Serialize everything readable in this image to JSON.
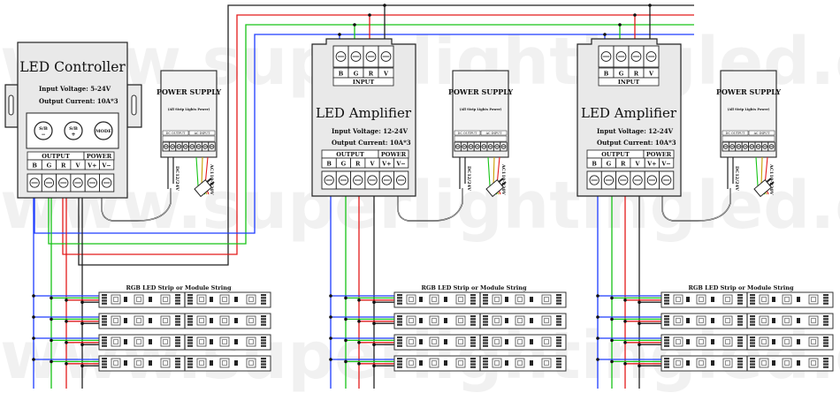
{
  "watermark": "www.superlightingled.com",
  "colors": {
    "blue": "#1e3cff",
    "green": "#17c417",
    "red": "#e31b1b",
    "black": "#222222",
    "gray": "#777777"
  },
  "controller": {
    "title": "LED Controller",
    "input_voltage": "Input Voltage: 5-24V",
    "output_current": "Output Current: 10A*3",
    "buttons": [
      "S/B\n−",
      "S/B\n+",
      "MODE"
    ],
    "output_label": "OUTPUT",
    "power_label": "POWER",
    "terminals": [
      "B",
      "G",
      "R",
      "V",
      "V+",
      "V−"
    ]
  },
  "amplifiers": [
    {
      "title": "LED Amplifier",
      "input_voltage": "Input Voltage: 12-24V",
      "output_current": "Output Current: 10A*3",
      "input_label": "INPUT",
      "input_terms": [
        "B",
        "G",
        "R",
        "V"
      ],
      "output_label": "OUTPUT",
      "power_label": "POWER",
      "terminals": [
        "B",
        "G",
        "R",
        "V",
        "V+",
        "V−"
      ]
    },
    {
      "title": "LED Amplifier",
      "input_voltage": "Input Voltage: 12-24V",
      "output_current": "Output Current: 10A*3",
      "input_label": "INPUT",
      "input_terms": [
        "B",
        "G",
        "R",
        "V"
      ],
      "output_label": "OUTPUT",
      "power_label": "POWER",
      "terminals": [
        "B",
        "G",
        "R",
        "V",
        "V+",
        "V−"
      ]
    }
  ],
  "power_supply": {
    "title": "POWER SUPPLY",
    "subtitle": "(All Strip Lights Power)",
    "dc_output": "DC OUTPUT",
    "ac_input": "AC INPUT",
    "dc_label": "DC12/24V",
    "ac_label": "AC110-220V"
  },
  "strip_label": "RGB LED Strip or Module String"
}
